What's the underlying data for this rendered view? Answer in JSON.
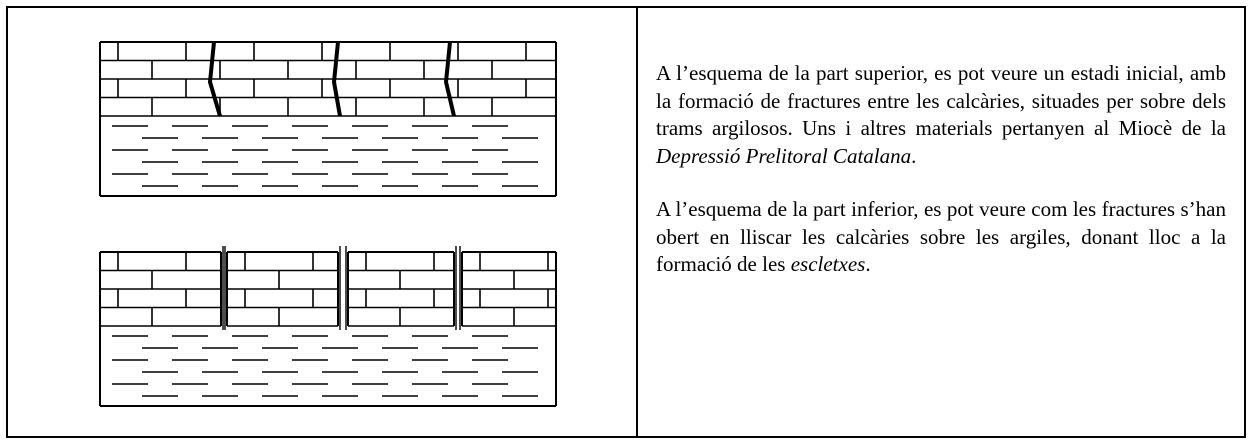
{
  "caption_top": {
    "before_italic": "A l’esquema de la part superior, es pot veure un estadi inicial, amb la formació de fractures entre les calcàries, situades per sobre dels trams argilosos. Uns i altres materials pertanyen al Miocè de la ",
    "italic": "Depressió Prelitoral Catalana",
    "after_italic": "."
  },
  "caption_bottom": {
    "before_italic": "A l’esquema de la part inferior, es pot veure com les fractures s’han obert en lliscar les calcàries sobre les argiles, donant lloc a la formació de les ",
    "italic": "escletxes",
    "after_italic": "."
  }
}
